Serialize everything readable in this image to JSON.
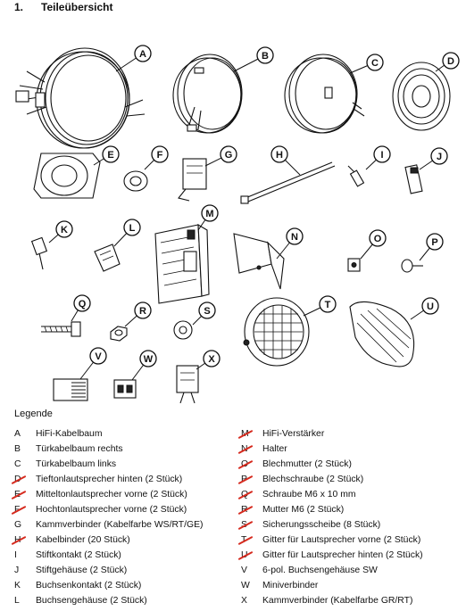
{
  "title": {
    "number": "1.",
    "text": "Teileübersicht"
  },
  "callouts": [
    "A",
    "B",
    "C",
    "D",
    "E",
    "F",
    "G",
    "H",
    "I",
    "J",
    "K",
    "L",
    "M",
    "N",
    "O",
    "P",
    "Q",
    "R",
    "S",
    "T",
    "U",
    "V",
    "W",
    "X"
  ],
  "legend_title": "Legende",
  "strike_color": "#d62a1e",
  "legend_left": [
    {
      "letter": "A",
      "text": "HiFi-Kabelbaum",
      "struck": false
    },
    {
      "letter": "B",
      "text": "Türkabelbaum rechts",
      "struck": false
    },
    {
      "letter": "C",
      "text": "Türkabelbaum links",
      "struck": false
    },
    {
      "letter": "D",
      "text": "Tieftonlautsprecher hinten (2 Stück)",
      "struck": true
    },
    {
      "letter": "E",
      "text": "Mitteltonlautsprecher vorne (2 Stück)",
      "struck": true
    },
    {
      "letter": "F",
      "text": "Hochtonlautsprecher vorne (2 Stück)",
      "struck": true
    },
    {
      "letter": "G",
      "text": "Kammverbinder (Kabelfarbe WS/RT/GE)",
      "struck": false
    },
    {
      "letter": "H",
      "text": "Kabelbinder (20 Stück)",
      "struck": true
    },
    {
      "letter": "I",
      "text": "Stiftkontakt (2 Stück)",
      "struck": false
    },
    {
      "letter": "J",
      "text": "Stiftgehäuse (2 Stück)",
      "struck": false
    },
    {
      "letter": "K",
      "text": "Buchsenkontakt (2 Stück)",
      "struck": false
    },
    {
      "letter": "L",
      "text": "Buchsengehäuse (2 Stück)",
      "struck": false
    }
  ],
  "legend_right": [
    {
      "letter": "M",
      "text": "HiFi-Verstärker",
      "struck": true
    },
    {
      "letter": "N",
      "text": "Halter",
      "struck": true
    },
    {
      "letter": "O",
      "text": "Blechmutter (2 Stück)",
      "struck": true
    },
    {
      "letter": "P",
      "text": "Blechschraube (2 Stück)",
      "struck": true
    },
    {
      "letter": "Q",
      "text": "Schraube M6 x 10 mm",
      "struck": true
    },
    {
      "letter": "R",
      "text": "Mutter M6 (2 Stück)",
      "struck": true
    },
    {
      "letter": "S",
      "text": "Sicherungsscheibe (8 Stück)",
      "struck": true
    },
    {
      "letter": "T",
      "text": "Gitter für Lautsprecher vorne (2 Stück)",
      "struck": true
    },
    {
      "letter": "U",
      "text": "Gitter für Lautsprecher hinten (2 Stück)",
      "struck": true
    },
    {
      "letter": "V",
      "text": "6-pol. Buchsengehäuse SW",
      "struck": false
    },
    {
      "letter": "W",
      "text": "Miniverbinder",
      "struck": false
    },
    {
      "letter": "X",
      "text": "Kammverbinder (Kabelfarbe GR/RT)",
      "struck": false
    }
  ]
}
